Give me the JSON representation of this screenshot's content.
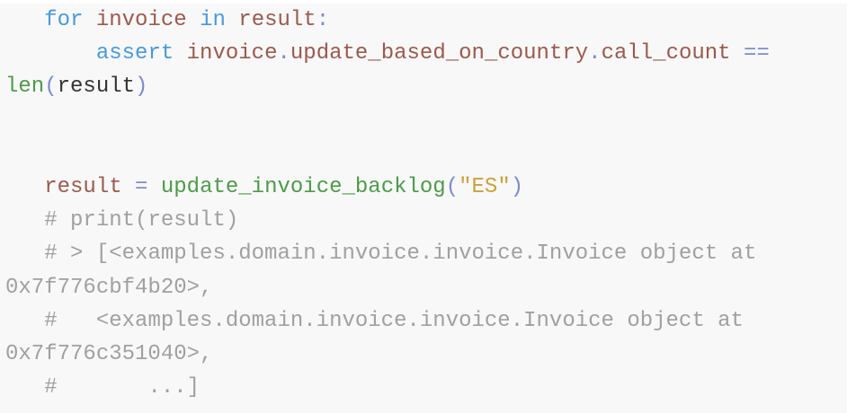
{
  "code": {
    "language": "python",
    "lines": [
      [
        {
          "t": "   ",
          "c": "pl"
        },
        {
          "t": "for",
          "c": "kw"
        },
        {
          "t": " ",
          "c": "pl"
        },
        {
          "t": "invoice",
          "c": "var"
        },
        {
          "t": " ",
          "c": "pl"
        },
        {
          "t": "in",
          "c": "kw"
        },
        {
          "t": " ",
          "c": "pl"
        },
        {
          "t": "result",
          "c": "var"
        },
        {
          "t": ":",
          "c": "op"
        }
      ],
      [
        {
          "t": "       ",
          "c": "pl"
        },
        {
          "t": "assert",
          "c": "kw"
        },
        {
          "t": " ",
          "c": "pl"
        },
        {
          "t": "invoice",
          "c": "var"
        },
        {
          "t": ".",
          "c": "op"
        },
        {
          "t": "update_based_on_country",
          "c": "var"
        },
        {
          "t": ".",
          "c": "op"
        },
        {
          "t": "call_count",
          "c": "var"
        },
        {
          "t": " ",
          "c": "pl"
        },
        {
          "t": "==",
          "c": "op"
        }
      ],
      [
        {
          "t": "len",
          "c": "fn"
        },
        {
          "t": "(",
          "c": "op"
        },
        {
          "t": "result",
          "c": "pl"
        },
        {
          "t": ")",
          "c": "op"
        }
      ],
      [],
      [],
      [
        {
          "t": "   ",
          "c": "pl"
        },
        {
          "t": "result",
          "c": "var"
        },
        {
          "t": " ",
          "c": "pl"
        },
        {
          "t": "=",
          "c": "op"
        },
        {
          "t": " ",
          "c": "pl"
        },
        {
          "t": "update_invoice_backlog",
          "c": "fn"
        },
        {
          "t": "(",
          "c": "op"
        },
        {
          "t": "\"ES\"",
          "c": "str"
        },
        {
          "t": ")",
          "c": "op"
        }
      ],
      [
        {
          "t": "   ",
          "c": "pl"
        },
        {
          "t": "# print(result)",
          "c": "cm"
        }
      ],
      [
        {
          "t": "   ",
          "c": "pl"
        },
        {
          "t": "# > [<examples.domain.invoice.invoice.Invoice object at",
          "c": "cm"
        }
      ],
      [
        {
          "t": "0x7f776cbf4b20>,",
          "c": "cm"
        }
      ],
      [
        {
          "t": "   ",
          "c": "pl"
        },
        {
          "t": "#   <examples.domain.invoice.invoice.Invoice object at",
          "c": "cm"
        }
      ],
      [
        {
          "t": "0x7f776c351040>,",
          "c": "cm"
        }
      ],
      [
        {
          "t": "   ",
          "c": "pl"
        },
        {
          "t": "#       ...]",
          "c": "cm"
        }
      ]
    ]
  }
}
